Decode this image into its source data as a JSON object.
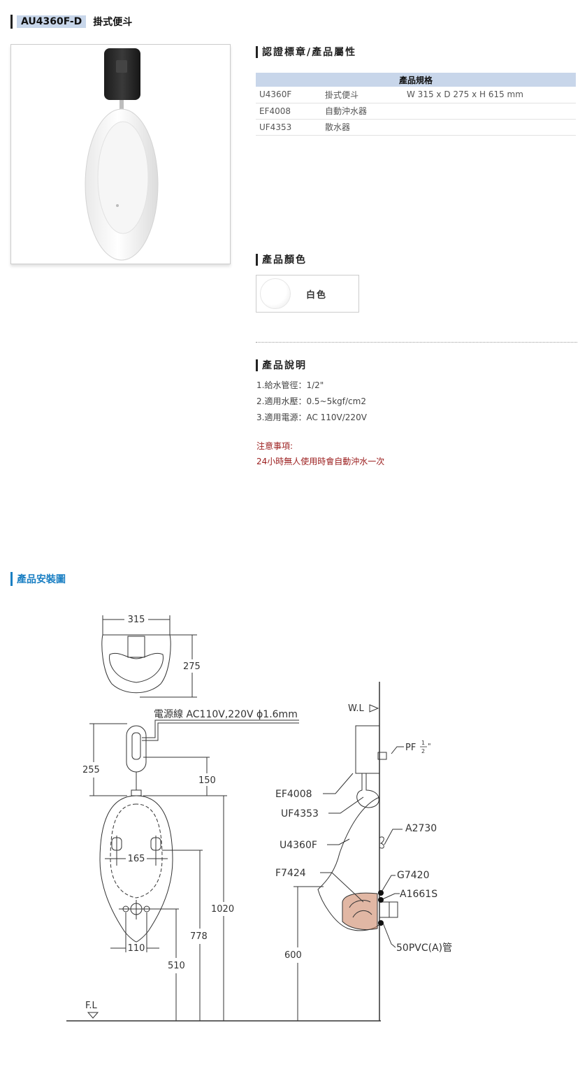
{
  "header": {
    "model": "AU4360F-D",
    "name": "掛式便斗"
  },
  "sections": {
    "cert": "認證標章/產品屬性",
    "color": "產品顏色",
    "description": "產品說明",
    "install": "產品安裝圖"
  },
  "spec": {
    "header": "產品規格",
    "rows": [
      {
        "code": "U4360F",
        "name": "掛式便斗",
        "size": "W 315 x D 275 x H 615 mm"
      },
      {
        "code": "EF4008",
        "name": "自動沖水器",
        "size": ""
      },
      {
        "code": "UF4353",
        "name": "散水器",
        "size": ""
      }
    ]
  },
  "color": {
    "label": "白色"
  },
  "description": [
    "1.給水管徑：1/2\"",
    "2.適用水壓：0.5~5kgf/cm2",
    "3.適用電源：AC 110V/220V"
  ],
  "note": {
    "title": "注意事項:",
    "text": "24小時無人使用時會自動沖水一次"
  },
  "drawing": {
    "dim_315": "315",
    "dim_275": "275",
    "power": "電源線 AC110V,220V ϕ1.6mm",
    "dim_255": "255",
    "dim_150": "150",
    "dim_165": "165",
    "dim_110": "110",
    "dim_1020": "1020",
    "dim_778": "778",
    "dim_510": "510",
    "dim_600": "600",
    "fl": "F.L",
    "wl": "W.L",
    "pf": "PF",
    "pf_num": "1",
    "pf_den": "2",
    "pf_quote": "\"",
    "parts": {
      "ef4008": "EF4008",
      "uf4353": "UF4353",
      "u4360f": "U4360F",
      "f7424": "F7424",
      "a2730": "A2730",
      "g7420": "G7420",
      "a1661s": "A1661S",
      "pvc": "50PVC(A)管"
    }
  },
  "colors": {
    "accent": "#1a7fc3",
    "table_header": "#c8d6ea",
    "note": "#9b1c1c"
  }
}
